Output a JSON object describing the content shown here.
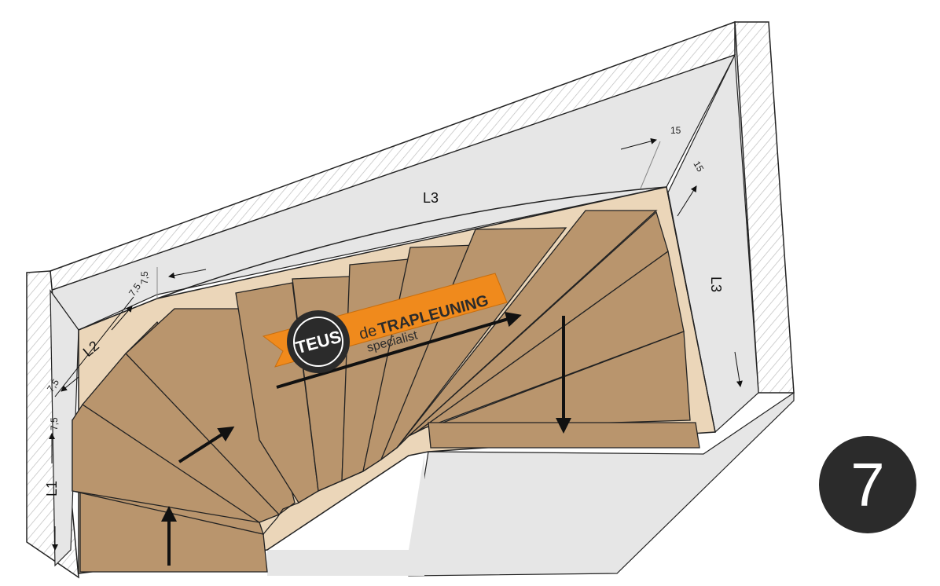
{
  "labels": {
    "L1": "L1",
    "L2": "L2",
    "L3_top": "L3",
    "L3_right": "L3",
    "dim_7_5": "7,5",
    "dim_15": "15"
  },
  "logo": {
    "seal_text": "TEUS",
    "brand_prefix": "de",
    "brand_main": "TRAPLEUNING",
    "brand_sub": "specialist"
  },
  "step_number": "7",
  "colors": {
    "tread": "#b9956d",
    "tread_edge": "#222222",
    "floor": "#ebd6b9",
    "wall_face": "#e6e6e6",
    "wall_hatch": "#bdbdbd",
    "banner": "#f08a1c",
    "badge": "#2b2b2b"
  }
}
